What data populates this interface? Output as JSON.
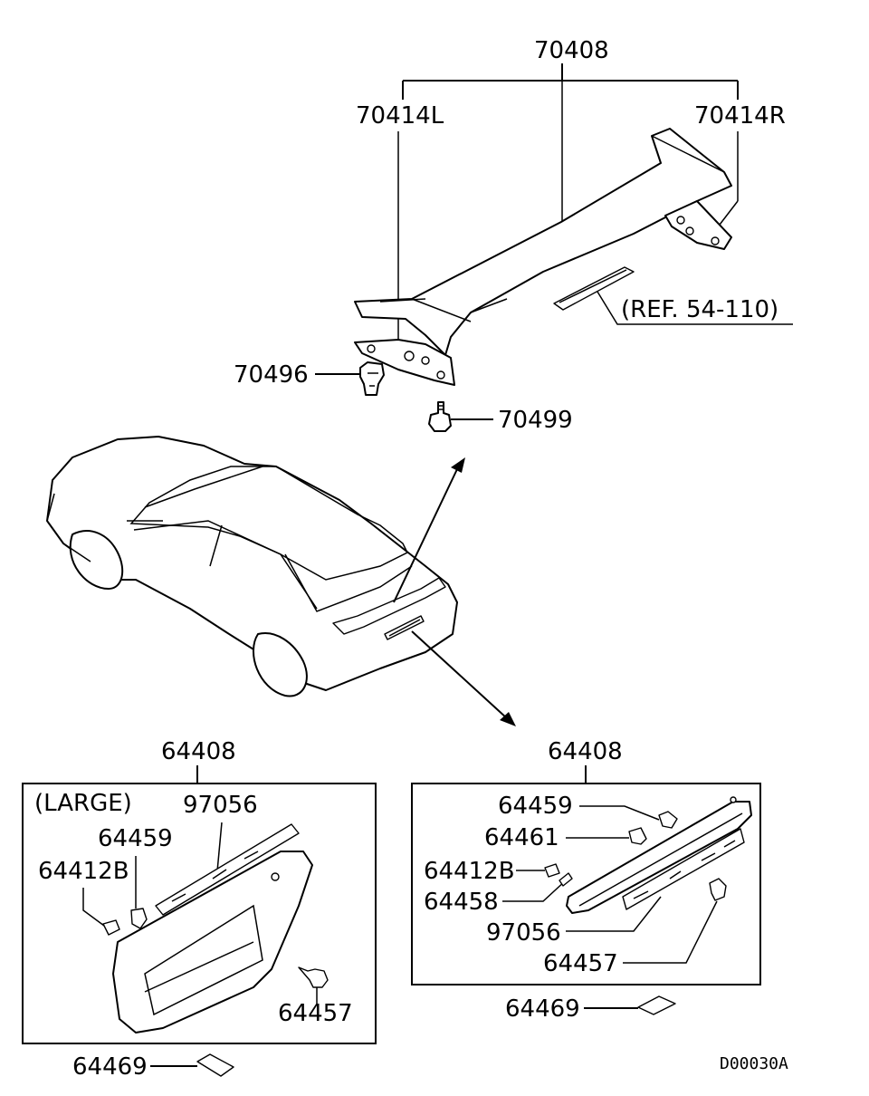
{
  "labels": {
    "spoiler_assy": "70408",
    "bracket_left": "70414L",
    "bracket_right": "70414R",
    "ref_note": "(REF. 54-110)",
    "clip_left": "70496",
    "bolt": "70499",
    "garnish_large_assy": "64408",
    "large_note": "(LARGE)",
    "lens_large": "97056",
    "clip_large": "64459",
    "nut_large": "64412B",
    "screw_large": "64457",
    "pad_large": "64469",
    "garnish_small_assy": "64408",
    "clip_small_a": "64459",
    "clip_small_b": "64461",
    "nut_small": "64412B",
    "grommet_small": "64458",
    "lens_small": "97056",
    "screw_small": "64457",
    "pad_small": "64469",
    "diagram_code": "D00030A"
  }
}
